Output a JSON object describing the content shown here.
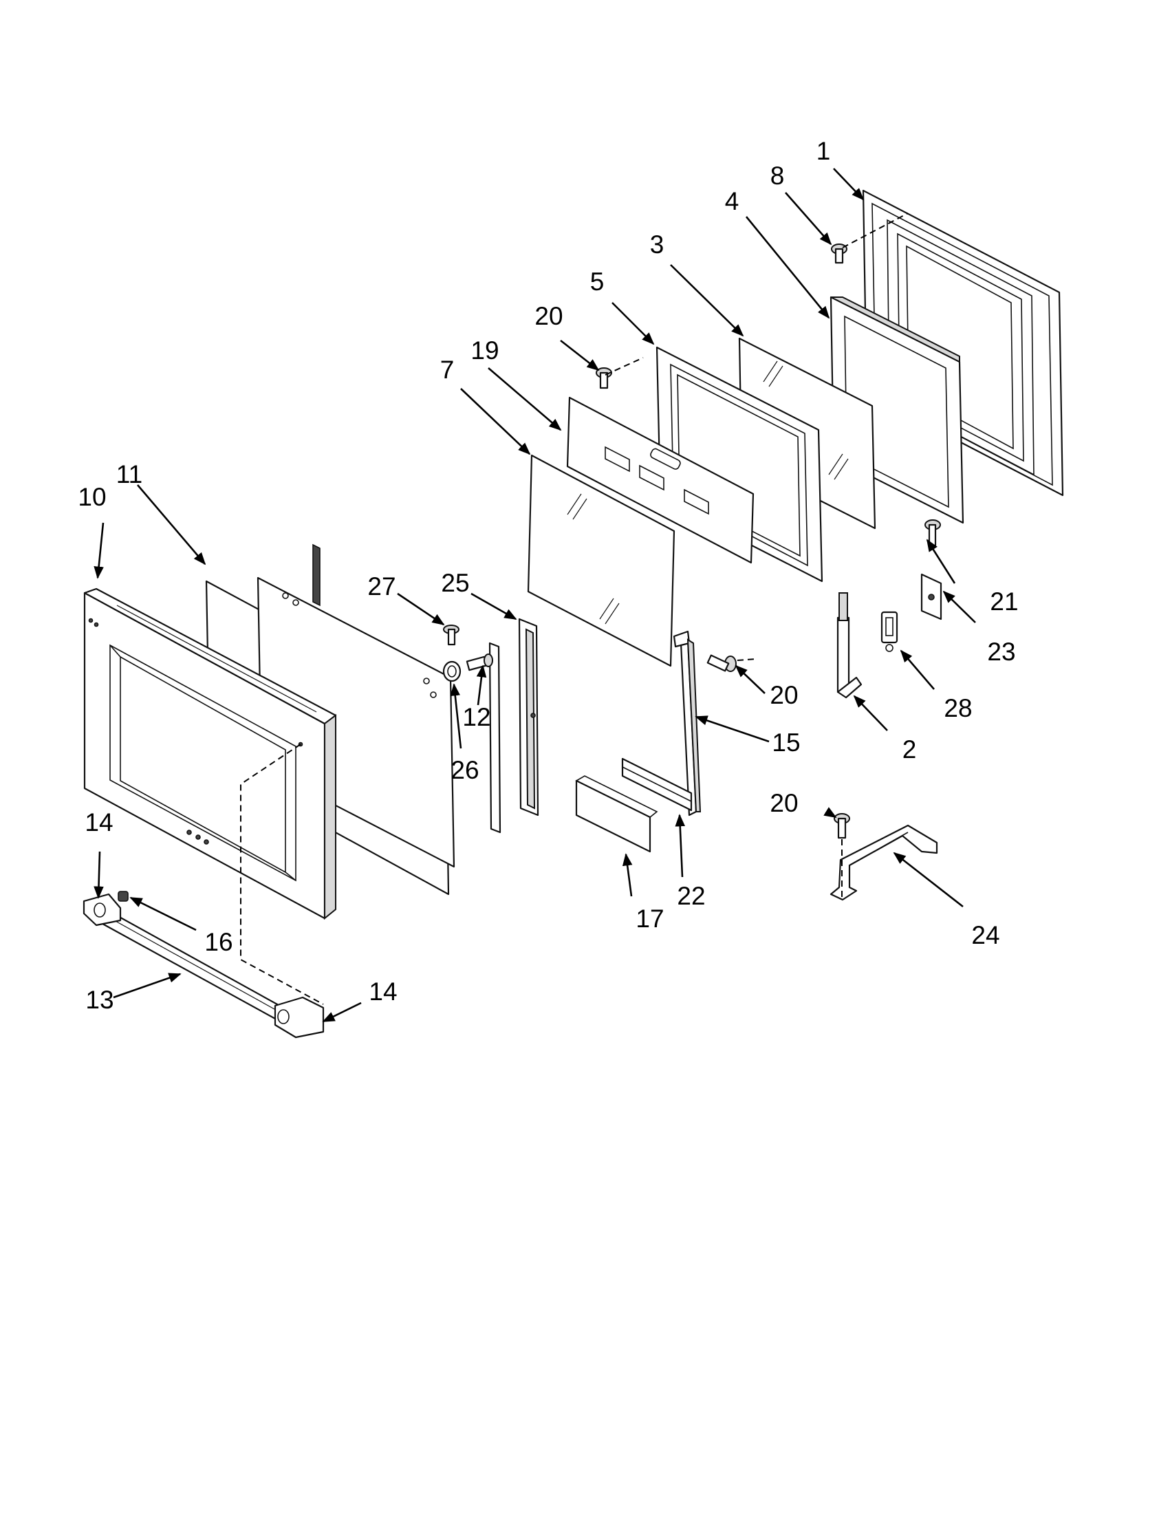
{
  "callouts": {
    "c1": "1",
    "c2": "2",
    "c3": "3",
    "c4": "4",
    "c5": "5",
    "c7": "7",
    "c8": "8",
    "c10": "10",
    "c11": "11",
    "c12": "12",
    "c13": "13",
    "c14a": "14",
    "c14b": "14",
    "c15": "15",
    "c16": "16",
    "c17": "17",
    "c19": "19",
    "c20a": "20",
    "c20b": "20",
    "c20c": "20",
    "c21": "21",
    "c22": "22",
    "c23": "23",
    "c24": "24",
    "c25": "25",
    "c26": "26",
    "c27": "27",
    "c28": "28"
  },
  "colors": {
    "line": "#111111",
    "background": "#ffffff"
  }
}
